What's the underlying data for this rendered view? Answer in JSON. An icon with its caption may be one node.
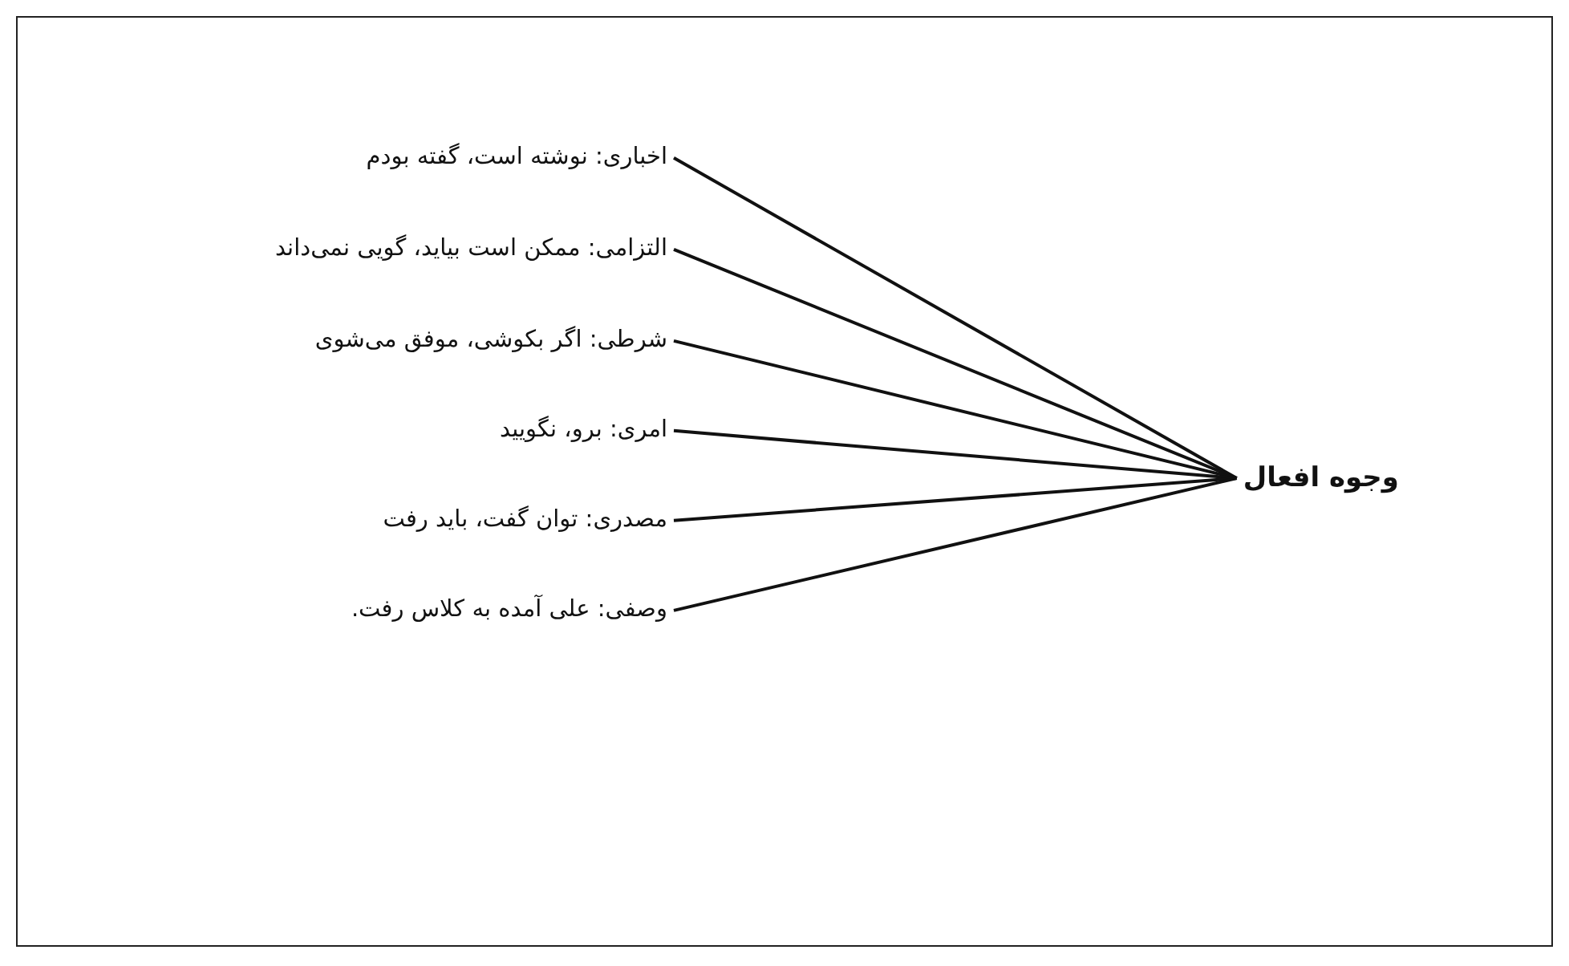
{
  "diagram": {
    "nodes": [
      {
        "text": [
          "وجوه افعال"
        ]
      },
      {
        "text": [
          "اخباری: نوشته است، گفته بودم"
        ]
      },
      {
        "text": [
          "التزامی: ممکن است بیاید، گویی نمی‌داند"
        ]
      },
      {
        "text": [
          "شرطی: اگر بکوشی، موفق می‌شوی"
        ]
      },
      {
        "text": [
          "امری: برو، نگویید"
        ]
      },
      {
        "text": [
          "مصدری: توان گفت، باید رفت"
        ]
      },
      {
        "text": [
          "وصفی: علی آمده به کلاس رفت."
        ]
      }
    ],
    "edges": [
      {
        "from": 0,
        "to": 1,
        "arrow": "none"
      },
      {
        "from": 0,
        "to": 2,
        "arrow": "none"
      },
      {
        "from": 0,
        "to": 3,
        "arrow": "none"
      },
      {
        "from": 0,
        "to": 4,
        "arrow": "none"
      },
      {
        "from": 0,
        "to": 5,
        "arrow": "none"
      },
      {
        "from": 0,
        "to": 6,
        "arrow": "none"
      }
    ]
  }
}
